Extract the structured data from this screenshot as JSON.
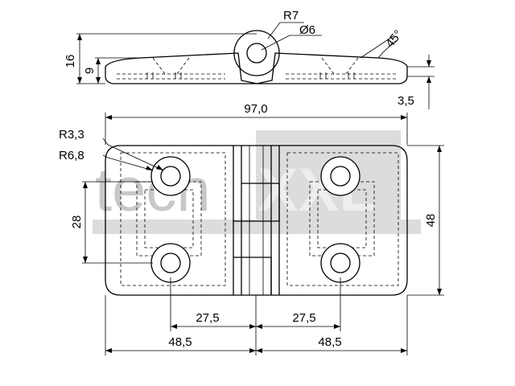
{
  "drawing": {
    "dimensions": {
      "side_height": "16",
      "side_leaf_thickness": "9",
      "knuckle_radius": "R7",
      "pin_diameter": "Ø6",
      "countersink_angle": "45°",
      "leaf_step": "3,5",
      "overall_length": "97,0",
      "countersink_radius": "R3,3",
      "hole_radius": "R6,8",
      "hole_spacing_vertical": "28",
      "overall_width": "48",
      "hole_offset_left": "27,5",
      "hole_offset_right": "27,5",
      "half_length_left": "48,5",
      "half_length_right": "48,5"
    },
    "watermark": {
      "text_light": "tech",
      "text_bold": "XXL"
    },
    "colors": {
      "line": "#000000",
      "watermark": "#c8c8c8",
      "background": "#ffffff"
    }
  }
}
